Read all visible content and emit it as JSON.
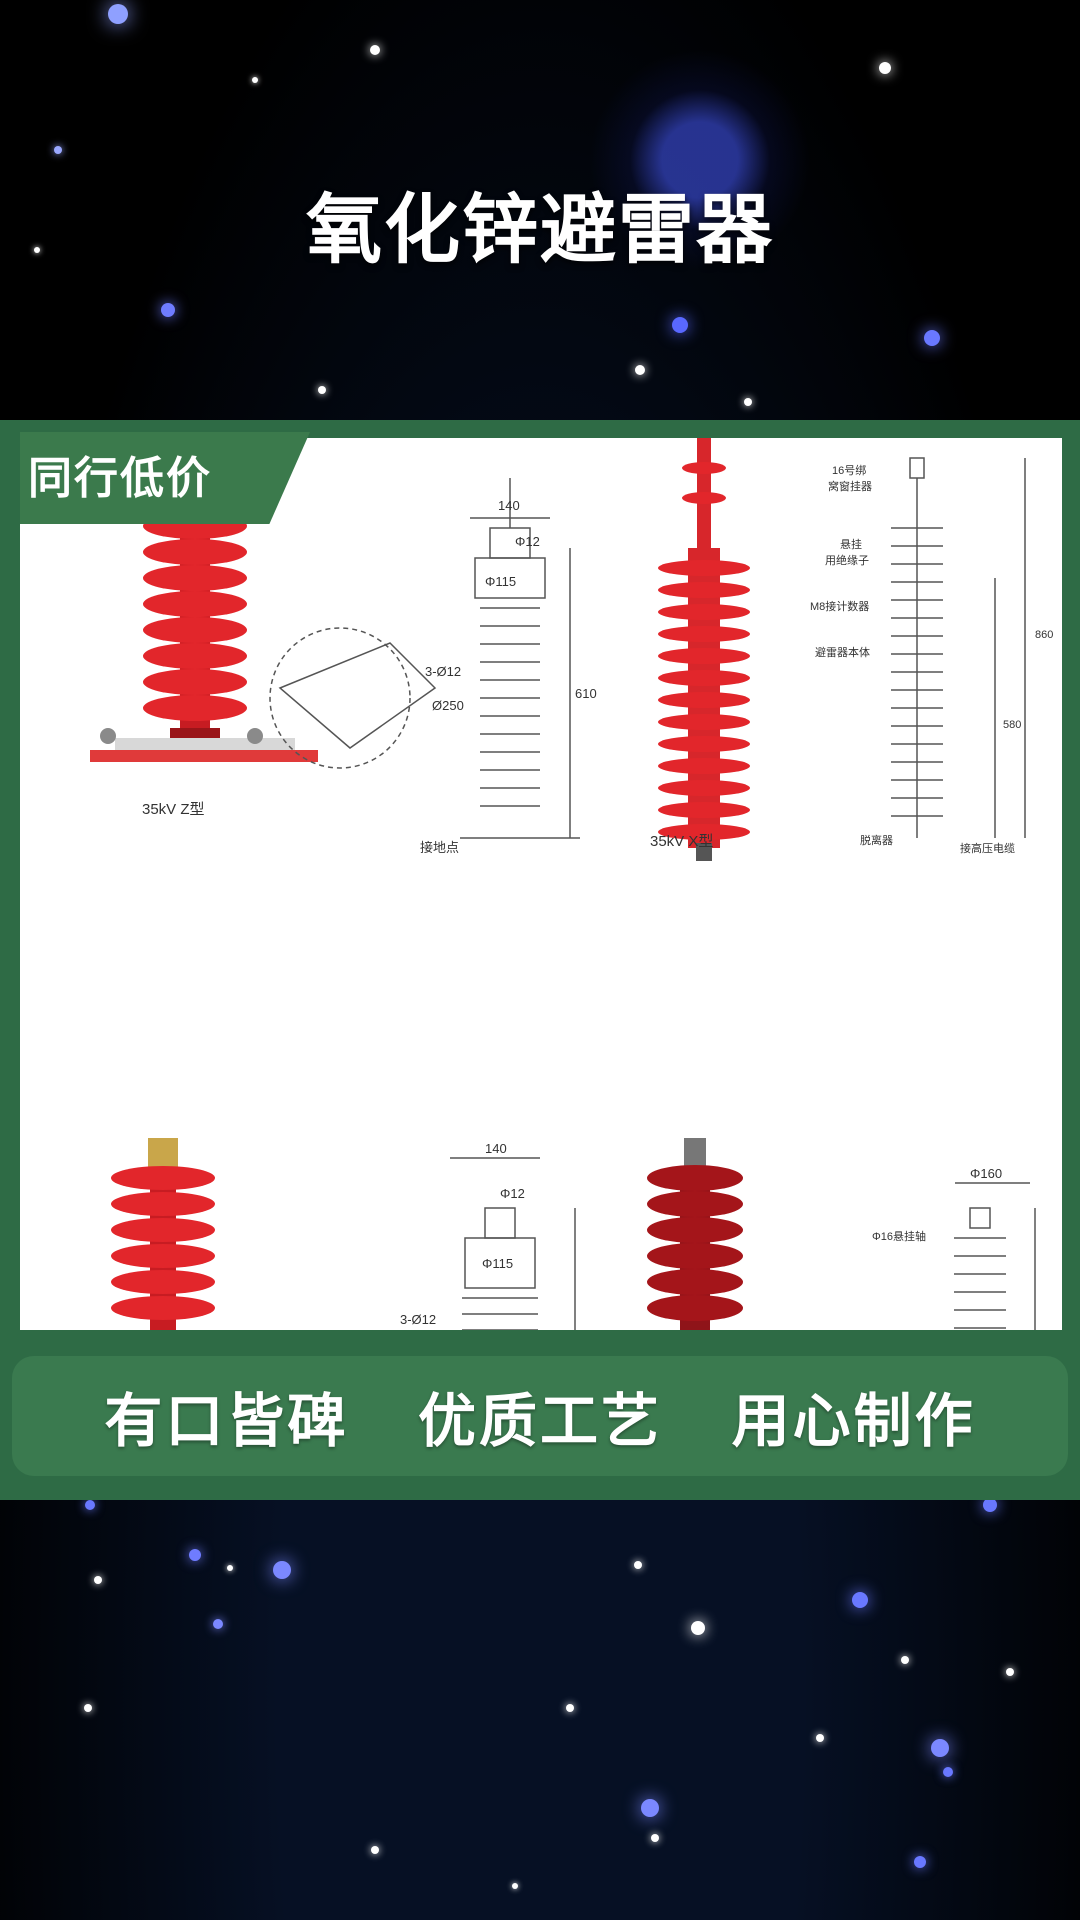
{
  "title": "氧化锌避雷器",
  "tag_label": "同行低价",
  "slogan": "有口皆碑   优质工艺   用心制作",
  "figure": {
    "caption_z": "35kV  Z型",
    "caption_x": "35kV  X型",
    "dims_top": [
      "140",
      "Φ12",
      "Φ115",
      "3-Ø12",
      "Ø250",
      "610",
      "接地点"
    ],
    "labels_right": [
      "16号绑",
      "窝窗挂器",
      "悬挂",
      "用绝缘子",
      "M8接计数器",
      "避雷器本体",
      "860",
      "580",
      "脱离器",
      "接高压电缆"
    ],
    "dims_bottom": [
      "140",
      "Φ12",
      "Φ115",
      "3-Ø12",
      "Φ160",
      "Φ16悬挂轴"
    ]
  },
  "colors": {
    "green_band": "#2e6b45",
    "slogan_bar": "#3a7a4f",
    "arrester_red": "#e2262b",
    "arrester_dark_red": "#a4151a"
  }
}
